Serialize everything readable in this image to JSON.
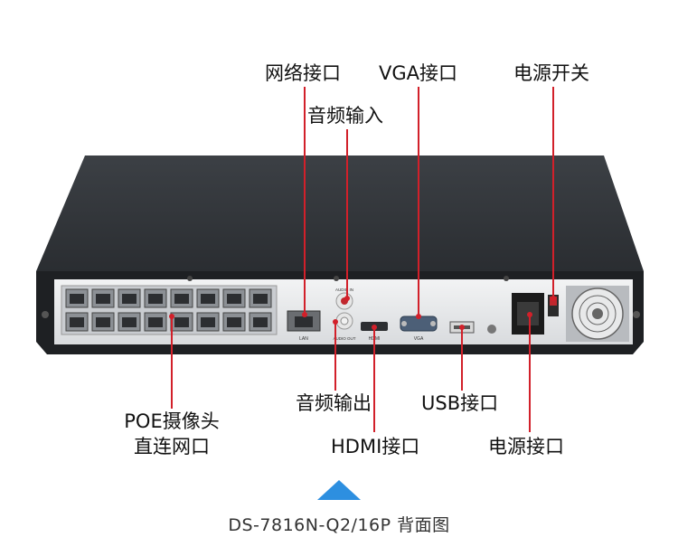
{
  "labels": {
    "network_port": "网络接口",
    "vga_port": "VGA接口",
    "power_switch": "电源开关",
    "audio_in": "音频输入",
    "poe_line1": "POE摄像头",
    "poe_line2": "直连网口",
    "audio_out": "音频输出",
    "usb_port": "USB接口",
    "hdmi_port": "HDMI接口",
    "power_port": "电源接口"
  },
  "device_marks": {
    "lan": "LAN",
    "audio_in": "AUDIO IN",
    "audio_out": "AUDIO OUT",
    "hdmi": "HDMI",
    "vga": "VGA"
  },
  "caption": "DS-7816N-Q2/16P 背面图",
  "colors": {
    "leader_line": "#d2202a",
    "accent_triangle": "#2d8fe0",
    "chassis": "#2a2d31"
  }
}
